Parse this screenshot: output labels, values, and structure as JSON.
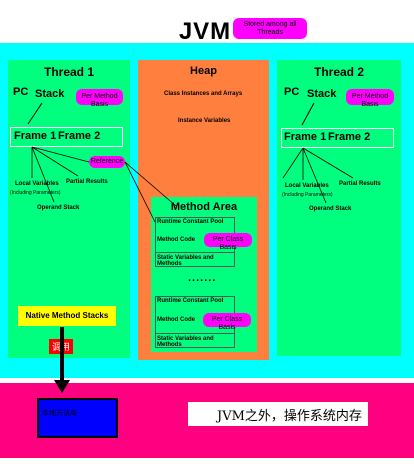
{
  "title": "JVM",
  "note_shared": "Stored among all Threads",
  "thread1": {
    "title": "Thread 1",
    "pc": "PC",
    "stack": "Stack",
    "note": "Per Method Basis",
    "frame1": "Frame 1",
    "frame2": "Frame 2",
    "local_vars": "Local Variables",
    "including_params": "(Including Parameters)",
    "partial_results": "Partial Results",
    "operand_stack": "Operand Stack"
  },
  "thread2": {
    "title": "Thread 2",
    "pc": "PC",
    "stack": "Stack",
    "note": "Per Method Basis",
    "frame1": "Frame 1",
    "frame2": "Frame 2",
    "local_vars": "Local Variables",
    "including_params": "(Including Parameters)",
    "partial_results": "Partial Results",
    "operand_stack": "Operand Stack"
  },
  "reference_note": "Reference",
  "heap": {
    "title": "Heap",
    "line1": "Class Instances and Arrays",
    "line2": "Instance Variables"
  },
  "method_area": {
    "title": "Method Area",
    "block1": {
      "runtime_pool": "Runtime Constant Pool",
      "method_code": "Method Code",
      "note": "Per Class Basis",
      "static": "Static Variables and Methods"
    },
    "ellipsis": ".......",
    "block2": {
      "runtime_pool": "Runtime Constant Pool",
      "method_code": "Method Code",
      "note": "Per Class Basis",
      "static": "Static Variables and Methods"
    }
  },
  "native_stacks": "Native Method Stacks",
  "call_label": "调用",
  "native_library": "本地方法库",
  "outside_jvm": "JVM之外，操作系统内存",
  "colors": {
    "cyan": "#00ffff",
    "thread_green": "#00ff7f",
    "heap_orange": "#ff7f3f",
    "magenta": "#ff00ff",
    "pink": "#ff0080",
    "yellow": "#ffff00",
    "blue": "#0000ff"
  }
}
